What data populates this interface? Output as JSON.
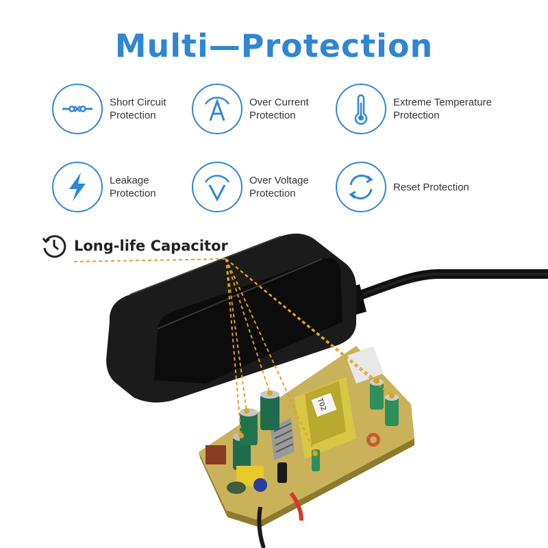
{
  "title": "Multi—Protection",
  "features": [
    {
      "label": "Short Circuit\nProtection",
      "icon": "short-circuit-icon"
    },
    {
      "label": "Over Current\nProtection",
      "icon": "ampere-icon"
    },
    {
      "label": "Extreme Temperature\nProtection",
      "icon": "thermometer-icon"
    },
    {
      "label": "Leakage\nProtection",
      "icon": "lightning-icon"
    },
    {
      "label": "Over Voltage\nProtection",
      "icon": "volt-icon"
    },
    {
      "label": "Reset Protection",
      "icon": "reset-icon"
    }
  ],
  "capacitor": {
    "label": "Long-life Capacitor",
    "icon": "clock-icon"
  },
  "transformer_label": "T02",
  "colors": {
    "accent": "#2e86d4",
    "adapter": "#1b1b1b",
    "pcb": "#c9b25a",
    "callout": "#e0a020"
  }
}
